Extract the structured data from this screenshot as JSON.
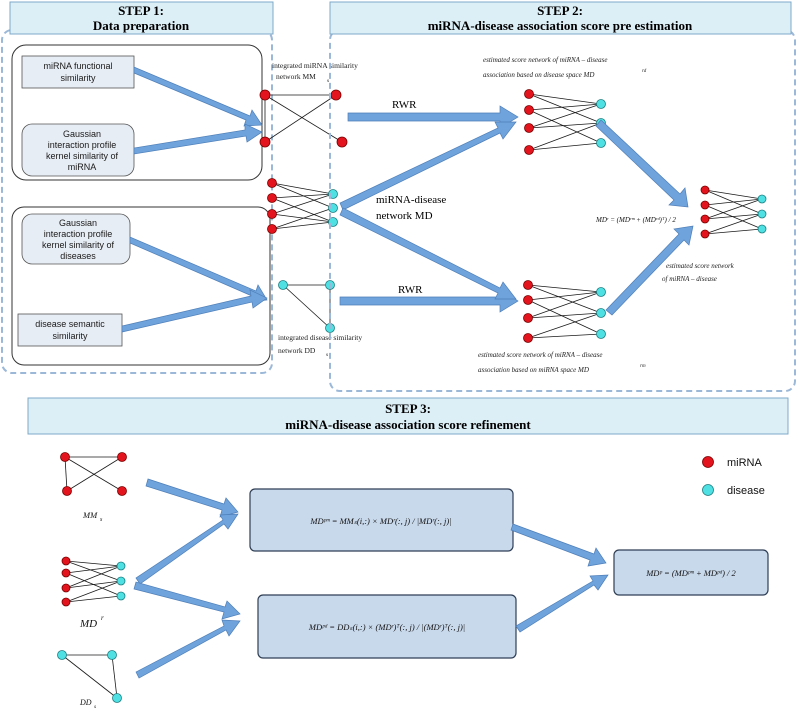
{
  "step1": {
    "title": "STEP 1:",
    "subtitle": "Data preparation",
    "boxes": {
      "mirna_functional": [
        "miRNA functional",
        "similarity"
      ],
      "gaussian_mirna": [
        "Gaussian",
        "interaction profile",
        "kernel similarity of",
        "miRNA"
      ],
      "gaussian_disease": [
        "Gaussian",
        "interaction profile",
        "kernel similarity of",
        "diseases"
      ],
      "disease_semantic": [
        "disease semantic",
        "similarity"
      ]
    },
    "labels": {
      "integrated_mirna": [
        "integrated miRNA similarity",
        "network MM"
      ],
      "integrated_mirna_sub": "s",
      "integrated_disease": [
        "integrated disease similarity",
        "network DD"
      ],
      "integrated_disease_sub": "s"
    }
  },
  "step2": {
    "title": "STEP 2:",
    "subtitle": "miRNA-disease association score pre estimation",
    "rwr_top": "RWR",
    "rwr_bottom": "RWR",
    "md_network": [
      "miRNA-disease",
      "network MD"
    ],
    "note_top": [
      "estimated score network of miRNA – disease",
      "association based on disease space MD"
    ],
    "note_top_sup": "rd",
    "note_bottom": [
      "estimated score network of miRNA – disease",
      "association based on miRNA space MD"
    ],
    "note_bottom_sup": "rm",
    "note_right": [
      "estimated score network",
      "of miRNA – disease"
    ],
    "formula_mid": "MDʳ = (MDʳᵐ + (MDʳᵈ)ᵀ) / 2"
  },
  "step3": {
    "title": "STEP 3:",
    "subtitle": "miRNA-disease association score refinement",
    "label_mm": "MM",
    "label_mm_sub": "s",
    "label_md": "MD",
    "label_md_sup": "r",
    "label_dd": "DD",
    "label_dd_sub": "s",
    "formula_pm": "MDᵖᵐ = MMₛ(i,:) × MDʳ(:, j) / |MDʳ(:, j)|",
    "formula_pd": "MDᵖᵈ = DDₛ(i,:) × (MDʳ)ᵀ(:, j) / |(MDʳ)ᵀ(:, j)|",
    "formula_p": "MDᵖ = (MDᵖᵐ + MDᵖᵈ) / 2"
  },
  "legend": {
    "mirna": "miRNA",
    "disease": "disease"
  },
  "colors": {
    "mirna_node": "#e3141d",
    "disease_node": "#4ee0e3",
    "header_fill": "#dceef6",
    "arrow_fill": "#6fa3dc",
    "formula_fill": "#c9d9ec",
    "dashed_border": "#9cb8d8"
  }
}
